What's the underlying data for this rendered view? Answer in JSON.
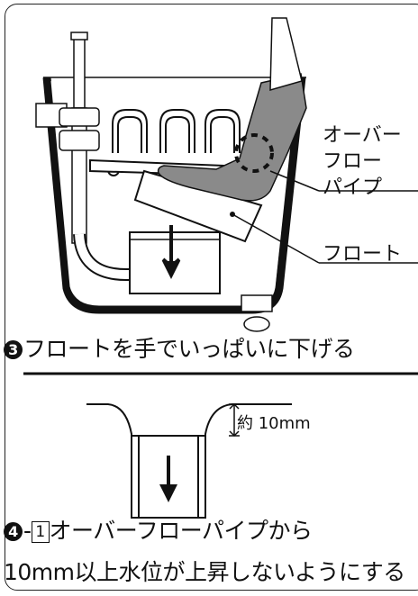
{
  "labels": {
    "overflow_pipe": [
      "オーバー",
      "フロー",
      "パイプ"
    ],
    "float": "フロート",
    "dimension": "約 10mm"
  },
  "step3": {
    "number": "3",
    "text": "フロートを手でいっぱいに下げる"
  },
  "step4": {
    "number": "4",
    "separator": "-",
    "sub_number": "1",
    "line1": "オーバーフローパイプから",
    "line2": "10mm以上水位が上昇しないようにする"
  }
}
